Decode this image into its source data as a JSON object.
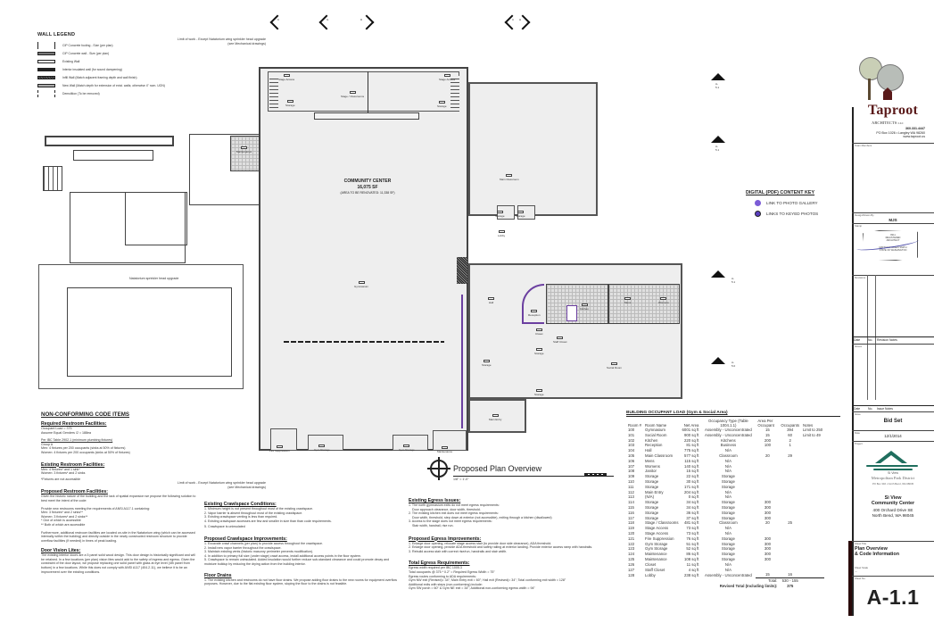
{
  "wall_legend": {
    "title": "WALL LEGEND",
    "items": [
      {
        "label": "CIP Concrete footing - Size (per plan)",
        "style": "footing"
      },
      {
        "label": "CIP Concrete wall - Size (per plan)",
        "style": "concrete"
      },
      {
        "label": "Existing Wall",
        "style": "existing"
      },
      {
        "label": "Interior insulated wall (for sound dampening)",
        "style": "insulated"
      },
      {
        "label": "Infill Wall (Match adjacent framing depth and wall finish)",
        "style": "infill"
      },
      {
        "label": "New Wall (Match depth for extension of exist. walls; otherwise 4\" nom. UON)",
        "style": "new"
      },
      {
        "label": "Demolition (To be removed)",
        "style": "demo"
      }
    ]
  },
  "notes": {
    "limit_of_work_top": "Limit of work - Except Natatorium wing sprinkler head upgrade (see Mechanical drawings)",
    "limit_of_work_bottom": "Limit of work - Except Natatorium wing sprinkler head upgrade (see Mechanical drawings)",
    "natatorium": "Natatorium sprinkler head upgrade"
  },
  "plan": {
    "center_title": "COMMUNITY CENTER",
    "center_area": "16,075 SF",
    "center_renovated": "(AREA TO BE RENOVATED: 11,338 SF)",
    "title": "Proposed Plan Overview",
    "scale": "1/8\" = 1'-0\"",
    "scale_bar_labels": [
      "0",
      "4",
      "8 FT"
    ],
    "rooms": {
      "stage_access_left": "Stage Access",
      "stage_access_right": "Stage Access",
      "stage_classrooms": "Stage / Classrooms",
      "storage_left": "Storage",
      "storage_right": "Storage",
      "gymnasium": "Gymnasium",
      "main_classroom": "Main Classroom",
      "lobby": "Lobby",
      "storage_a": "Storage",
      "storage_b": "Storage",
      "hall": "Hall",
      "reception": "Reception",
      "kitchen": "Kitchen",
      "mens": "Mens",
      "womens": "Womens",
      "closet": "Closet",
      "staff_closet": "Staff Closet",
      "storage_c": "Storage",
      "storage_d": "Storage",
      "storage_e": "Storage",
      "social_room": "Social Room",
      "main_entry": "Main Entry",
      "fire_suppression": "Fire Suppression",
      "gym_storage_1": "Gym Storage",
      "gym_storage_2": "Gym Storage",
      "maintenance": "Maintenance",
      "maintenance_nw": "Maintenance"
    },
    "section_markers": [
      "K",
      "G",
      "D",
      "C",
      "H"
    ],
    "elevation_markers": [
      {
        "letter": "J",
        "sheet": "A-5.1"
      },
      {
        "letter": "A",
        "sheet": "A-5.1"
      },
      {
        "letter": "M",
        "sheet": "A-5.1"
      },
      {
        "letter": "B",
        "sheet": "A-5.0"
      },
      {
        "letter": "E",
        "sheet": "A-5.0"
      },
      {
        "letter": "F",
        "sheet": "A-5.0"
      }
    ]
  },
  "content_key": {
    "title": "DIGITAL (PDF) CONTENT KEY",
    "items": [
      {
        "label": "LINK TO PHOTO GALLERY",
        "color": "#7b5cd6"
      },
      {
        "label": "LINKS TO KEYED PHOTOS",
        "color": "#5a3fc0"
      }
    ]
  },
  "code_items": {
    "title": "NON-CONFORMING CODE ITEMS",
    "required_restroom": {
      "heading": "Required Restroom Facilities:",
      "lines": [
        "Occupant Load = 375",
        "Assume Equal Genders /2 = 188ea"
      ],
      "ibc_heading": "Per IBC Table 2902.1 (minimum plumbing fixtures)",
      "ibc_lines": [
        "Group A",
        "Men: 4 fixtures per 200 occupants (sinks at 50% of fixtures)",
        "Women: 4 fixtures per 200 occupants (sinks at 50% of fixtures)"
      ]
    },
    "existing_restroom": {
      "heading": "Existing Restroom Facilities:",
      "lines": [
        "Men: 4 fixtures* and 1 sink*",
        "Women: 3 fixtures* and 2 sinks",
        "*Fixtures are not accessible"
      ]
    },
    "proposed_restroom": {
      "heading": "Proposed Restroom Facilities:",
      "intro": "Given the historic nature of the building and the lack of spatial expansion we propose the following solution to best meet the intent of the code:",
      "lines": [
        "Provide new restrooms meeting the requirements of ANSI A117.1 containing:",
        "Men: 3 fixtures* and 2 sinks**",
        "Women: 3 fixtures* and 2 sinks**",
        "* One of which is accessible",
        "** Both of which are accessible"
      ],
      "para": "Furthermore, additional restroom facilities are located on-site in the Natatorium wing (which can be accessed internally within the building) and directly outside in the newly constructed restroom structure to provide overflow facilities (if needed) in times of peak loading."
    },
    "door_vision": {
      "heading": "Door Vision Lites:",
      "para": "The existing interior doors are a 5 panel solid wood design. This door design is historically significant and will be retained. In a few locations (per plan) vision lites would add to the safety of ingress and egress. Given the constraint of the door layout, we propose replacing one solid panel with glass at eye level (4th panel from bottom) in a few locations. While this does not comply with ANSI A117 (404.2.11), we believe it to be an improvement over the existing conditions."
    }
  },
  "crawlspace": {
    "existing_heading": "Existing Crawlspace Conditions:",
    "existing_items": [
      "1. Minimum height is not present throughout most of the existing crawlspace.",
      "2. Vapor barrier is absent throughout most of the existing crawlspace.",
      "3. Existing crawlspace venting is less than required.",
      "4. Existing crawlspace accesses are few and smaller in size than than code requirements.",
      "5. Crawlspace is uninsulated"
    ],
    "proposed_heading": "Proposed Crawlspace Improvements:",
    "proposed_items": [
      "1. Excavate crawl channels (per plan) to provide access throughout the crawlspace.",
      "2. Install new vapor barrier throughout the crawlspace.",
      "3. Maintain existing vents (historic masonry perimeter prevents modification).",
      "4. In addition to primary full size (under stage) crawl access, install additional access points in the floor system.",
      "5. Crawlspace to remain uninsulated. Added insulation would further reduce sub-standard clearance and could promote decay and moisture buildup by reducing the drying action from the building interior."
    ],
    "floor_drains_heading": "Floor Drains",
    "floor_drains_text": "1. The existing kitchen and restrooms do not have floor drains. We propose adding floor drains to the new rooms for equipment overflow purposes. However, due to the flat existing floor system, sloping the floor to the drains is not feasible."
  },
  "egress": {
    "existing_heading": "Existing Egress Issues:",
    "existing_items": [
      "1. The north gymnasium exits do not meet egress requirements:",
      "   Door approach clearance, door width, threshold.",
      "2. The existing kitchen exit does not meet egress requirements:",
      "   Door width, threshold, step down at exterior (not accessible), exiting through a kitchen (disallowed)",
      "3. Access to the stage does not meet egress requirements:",
      "   Stair width, handrail, rise run."
    ],
    "proposed_heading": "Proposed Egress Improvements:",
    "proposed_items": [
      "1. Enlarge door opening, relocate stage access stair (to provide door side clearance), ADA threshold.",
      "2. Enlarge door opening, provide ADA threshold and safety railing at exterior landing. Provide exterior access ramp with handrails.",
      "3. Rebuild access stair with correct rise/run, handrails and stair width."
    ],
    "total_heading": "Total Egress Requirements:",
    "total_items": [
      "Egress width required per IBC 1005.3",
      "Total occupants @ 375 * 0.2\" = Required Egress Width = 75\"",
      "Egress routes conforming to ADA requirements:",
      "  Gym NW exit (Revised)= 34\"; Main Entry exit = 60\"; Hall exit (Revised)= 34\"; Total conforming exit width = 128\"",
      "Additional exits with steps (non-conforming) include:",
      "  Gym SW porch = 60\" & Gym NE exit = 34\"; Additional non-conforming egress width = 94\""
    ]
  },
  "occupant_load": {
    "title": "BUILDING OCCUPANT LOAD (Gym & Social Area)",
    "headers": [
      "Room #",
      "Room Name",
      "Net Area",
      "Occupancy Type (Table 1004.1.1)",
      "Area Per Occupant",
      "Occupants",
      "Notes"
    ],
    "rows": [
      [
        "100",
        "Gymnasium",
        "6001 sq ft",
        "Assembly - Unconcentrated",
        "15",
        "394",
        "Limit to 250"
      ],
      [
        "101",
        "Social Room",
        "900 sq ft",
        "Assembly - Unconcentrated",
        "15",
        "60",
        "Limit to 49"
      ],
      [
        "102",
        "Kitchen",
        "220 sq ft",
        "Kitchens",
        "200",
        "2",
        ""
      ],
      [
        "103",
        "Reception",
        "81 sq ft",
        "Business",
        "100",
        "1",
        ""
      ],
      [
        "104",
        "Hall",
        "775 sq ft",
        "N/A",
        "",
        "",
        ""
      ],
      [
        "105",
        "Main Classroom",
        "577 sq ft",
        "Classroom",
        "20",
        "29",
        ""
      ],
      [
        "106",
        "Mens",
        "115 sq ft",
        "N/A",
        "",
        "",
        ""
      ],
      [
        "107",
        "Womens",
        "140 sq ft",
        "N/A",
        "",
        "",
        ""
      ],
      [
        "108",
        "Janitor",
        "15 sq ft",
        "N/A",
        "",
        "",
        ""
      ],
      [
        "109",
        "Storage",
        "22 sq ft",
        "Storage",
        "",
        "",
        ""
      ],
      [
        "110",
        "Storage",
        "30 sq ft",
        "Storage",
        "",
        "",
        ""
      ],
      [
        "111",
        "Storage",
        "171 sq ft",
        "Storage",
        "",
        "",
        ""
      ],
      [
        "112",
        "Main Entry",
        "204 sq ft",
        "N/A",
        "",
        "",
        ""
      ],
      [
        "113",
        "(N/A)",
        "0 sq ft",
        "N/A",
        "",
        "",
        ""
      ],
      [
        "114",
        "Storage",
        "34 sq ft",
        "Storage",
        "300",
        "",
        ""
      ],
      [
        "115",
        "Storage",
        "34 sq ft",
        "Storage",
        "300",
        "",
        ""
      ],
      [
        "116",
        "Storage",
        "36 sq ft",
        "Storage",
        "300",
        "",
        ""
      ],
      [
        "117",
        "Storage",
        "37 sq ft",
        "Storage",
        "300",
        "",
        ""
      ],
      [
        "118",
        "Stage / Classrooms",
        "481 sq ft",
        "Classroom",
        "20",
        "25",
        ""
      ],
      [
        "119",
        "Stage Access",
        "73 sq ft",
        "N/A",
        "",
        "",
        ""
      ],
      [
        "120",
        "Stage Access",
        "73 sq ft",
        "N/A",
        "",
        "",
        ""
      ],
      [
        "121",
        "Fire Suppression",
        "76 sq ft",
        "Storage",
        "300",
        "",
        ""
      ],
      [
        "122",
        "Gym Storage",
        "51 sq ft",
        "Storage",
        "300",
        "",
        ""
      ],
      [
        "123",
        "Gym Storage",
        "52 sq ft",
        "Storage",
        "300",
        "",
        ""
      ],
      [
        "124",
        "Maintenance",
        "86 sq ft",
        "Storage",
        "300",
        "",
        ""
      ],
      [
        "125",
        "Maintenance",
        "108 sq ft",
        "Storage",
        "300",
        "",
        ""
      ],
      [
        "126",
        "Closet",
        "11 sq ft",
        "N/A",
        "",
        "",
        ""
      ],
      [
        "127",
        "Staff Closet",
        "4 sq ft",
        "N/A",
        "",
        "",
        ""
      ],
      [
        "128",
        "Lobby",
        "238 sq ft",
        "Assembly - Unconcentrated",
        "15",
        "16",
        ""
      ]
    ],
    "total_label": "Total:",
    "total_value": "530 - 155",
    "revised_label": "Revised Total (Including limits):",
    "revised_value": "375"
  },
  "title_block": {
    "firm_name": "Taproot",
    "firm_sub": "ARCHITECTS",
    "firm_suffix": "LLC",
    "phone": "360.331.4447",
    "address": "PO Box 1026 • Langley WA 98260",
    "website": "www.taproot.us",
    "team_members_label": "Team Members",
    "drawn_by_label": "Design/Drawn By",
    "drawn_by": "MJS",
    "stamp_label": "Stamp",
    "stamp_text": [
      "REGISTERED",
      "ARCHITECT",
      "MATTHEW JAMES SMITH",
      "STATE OF WASHINGTON"
    ],
    "stamp_number": "8311",
    "revisions_label": "Revisions",
    "rev_headers": [
      "Date",
      "No.",
      "Revision Notes"
    ],
    "issue_label": "Issues",
    "issue_headers": [
      "Date",
      "No.",
      "Issue Notes"
    ],
    "issue_name_label": "Issue",
    "issue_name": "Bid Set",
    "date_label": "Date",
    "date": "12/1/2014",
    "project_label": "Project",
    "client_name": "Si View",
    "client_org": "Metropolitan Park District",
    "client_address": "PO Box 346 • North Bend, WA 98045",
    "project_name_1": "Si View",
    "project_name_2": "Community Center",
    "project_address_1": "400 Orchard Drive SE",
    "project_address_2": "North Bend, WA 98045",
    "sheet_title_label": "Sheet Title",
    "sheet_title_1": "Plan Overview",
    "sheet_title_2": "& Code Information",
    "sheet_scale_label": "Sheet Scale",
    "sheet_scale": "---",
    "sheet_no_label": "Sheet No.",
    "sheet_no": "A-1.1"
  },
  "colors": {
    "accent_purple": "#6b3fa0",
    "taproot_red": "#5a1a1a",
    "park_green": "#1f6e5e"
  }
}
